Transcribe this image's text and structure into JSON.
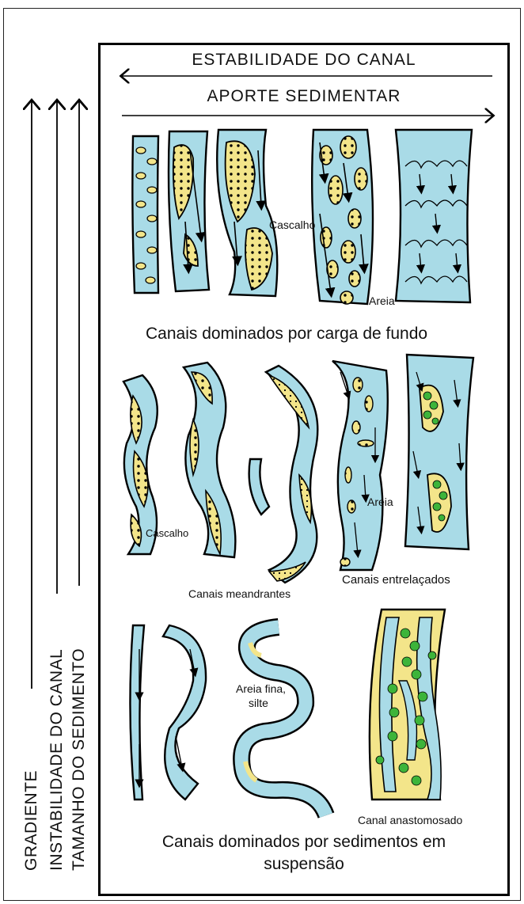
{
  "header": {
    "stability": "ESTABILIDADE DO CANAL",
    "supply": "APORTE SEDIMENTAR"
  },
  "side_axis": {
    "gradient": "GRADIENTE",
    "instability": "INSTABILIDADE DO CANAL",
    "grain_size": "TAMANHO DO SEDIMENTO"
  },
  "row1": {
    "caption": "Canais dominados por carga de fundo",
    "label_gravel": "Cascalho",
    "label_sand": "Areia"
  },
  "row2": {
    "caption_meandering": "Canais meandrantes",
    "caption_braided": "Canais entrelaçados",
    "label_gravel": "Cascalho",
    "label_sand": "Areia"
  },
  "row3": {
    "label_fine_line1": "Areia fina,",
    "label_fine_line2": "silte",
    "caption_anastomosed": "Canal anastomosado",
    "caption_line1": "Canais dominados por sedimentos em",
    "caption_line2": "suspensão"
  },
  "colors": {
    "water": "#a9dbe7",
    "sediment": "#f3e58a",
    "vegetation": "#3db43a",
    "outline": "#000000"
  }
}
